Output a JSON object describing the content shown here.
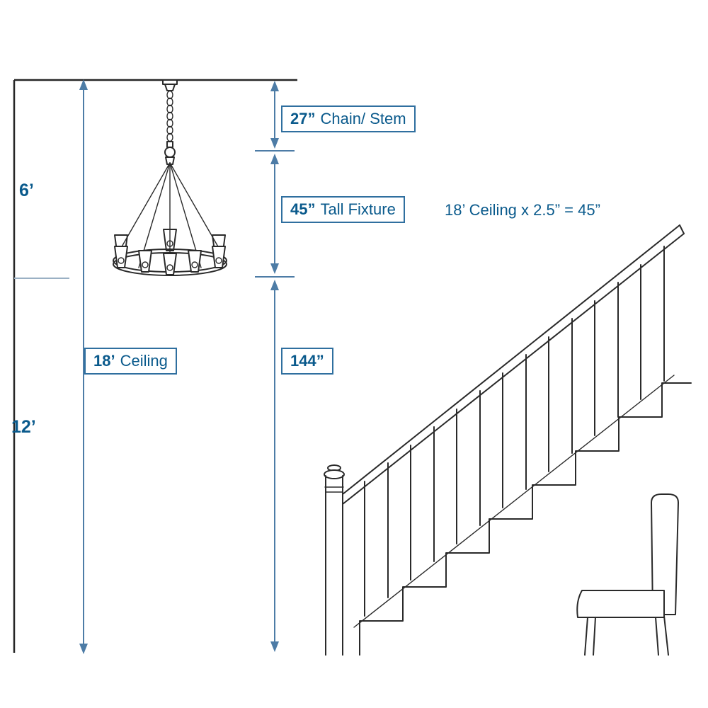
{
  "colors": {
    "dimension_blue": "#4d7ca6",
    "label_blue": "#0a5a8c",
    "box_border_blue": "#2f6f9f",
    "line_art": "#2a2a2a",
    "background": "#ffffff"
  },
  "labels": {
    "chain_stem": {
      "value": "27”",
      "text": "Chain/ Stem"
    },
    "tall_fixture": {
      "value": "45”",
      "text": "Tall Fixture"
    },
    "formula": "18’ Ceiling x 2.5” = 45”",
    "ceiling": {
      "value": "18’",
      "text": "Ceiling"
    },
    "drop_total": "144”",
    "upper_height": "6’",
    "lower_height": "12’"
  },
  "diagram": {
    "subject": "chandelier hanging height over staircase",
    "elements": [
      "chandelier",
      "ceiling-line",
      "wall-line",
      "dimension-arrows",
      "staircase",
      "chair"
    ]
  }
}
